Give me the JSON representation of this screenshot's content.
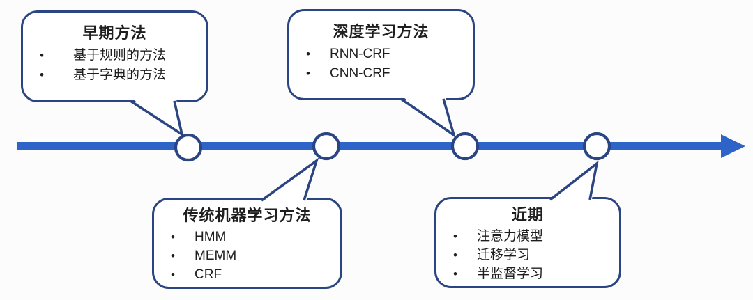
{
  "background": "#fcfcfc",
  "colors": {
    "timeline_blue": "#2E64C8",
    "outline_navy": "#2B4583",
    "bubble_fill": "#ffffff",
    "text": "#1e1e1e"
  },
  "ui": {
    "bullet_glyph": "•"
  },
  "bubbles": [
    {
      "title": "早期方法",
      "items": [
        "基于规则的方法",
        "基于字典的方法"
      ]
    },
    {
      "title": "深度学习方法",
      "items": [
        "RNN-CRF",
        "CNN-CRF"
      ]
    },
    {
      "title": "传统机器学习方法",
      "items": [
        "HMM",
        "MEMM",
        "CRF"
      ]
    },
    {
      "title": "近期",
      "items": [
        "注意力模型",
        "迁移学习",
        "半监督学习"
      ]
    }
  ]
}
